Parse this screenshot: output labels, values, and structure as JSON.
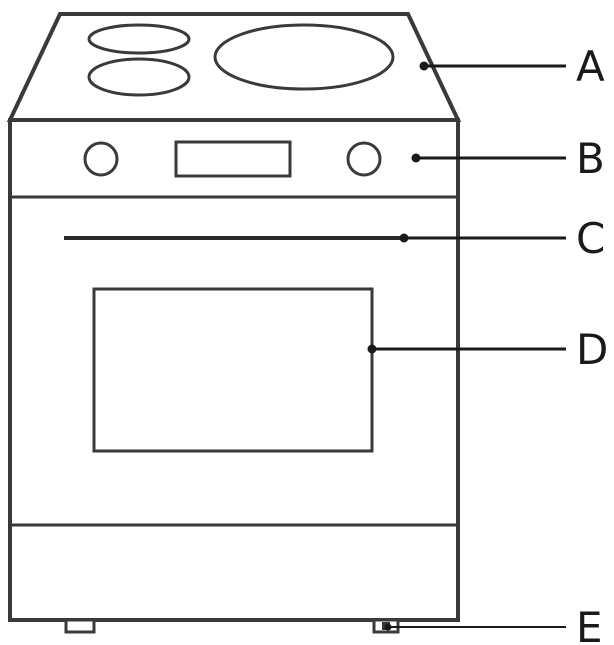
{
  "colors": {
    "stroke": "#3a3a3a",
    "leader": "#1a1a1a",
    "fill": "#ffffff"
  },
  "callouts": [
    {
      "id": "A",
      "label": "A"
    },
    {
      "id": "B",
      "label": "B"
    },
    {
      "id": "C",
      "label": "C"
    },
    {
      "id": "D",
      "label": "D"
    },
    {
      "id": "E",
      "label": "E"
    }
  ]
}
